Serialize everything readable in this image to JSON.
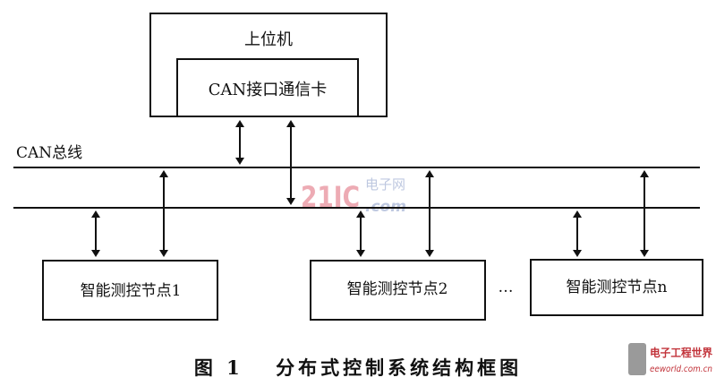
{
  "host": {
    "label": "上位机",
    "card_label": "CAN接口通信卡"
  },
  "bus": {
    "label": "CAN总线"
  },
  "nodes": [
    {
      "label": "智能测控节点1"
    },
    {
      "label": "智能测控节点2"
    },
    {
      "label": "智能测控节点n"
    }
  ],
  "ellipsis": "…",
  "caption": "图 1　 分布式控制系统结构框图",
  "watermarks": {
    "center_logo": "21IC",
    "center_sub": "电子网",
    "center_domain": ".com",
    "corner_title": "电子工程世界",
    "corner_domain": "eeworld.com.cn"
  }
}
